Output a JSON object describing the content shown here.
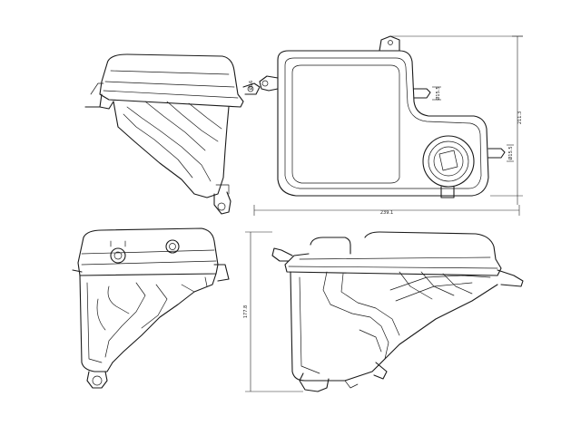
{
  "views": {
    "top_view": {
      "width_dim": "239.1",
      "height_dim": "211.3",
      "port_dim_1": "Ø16",
      "port_dim_2": "Ø15.5",
      "port_dim_3": "Ø15.5"
    },
    "side_view": {
      "height_dim": "177.8"
    }
  }
}
